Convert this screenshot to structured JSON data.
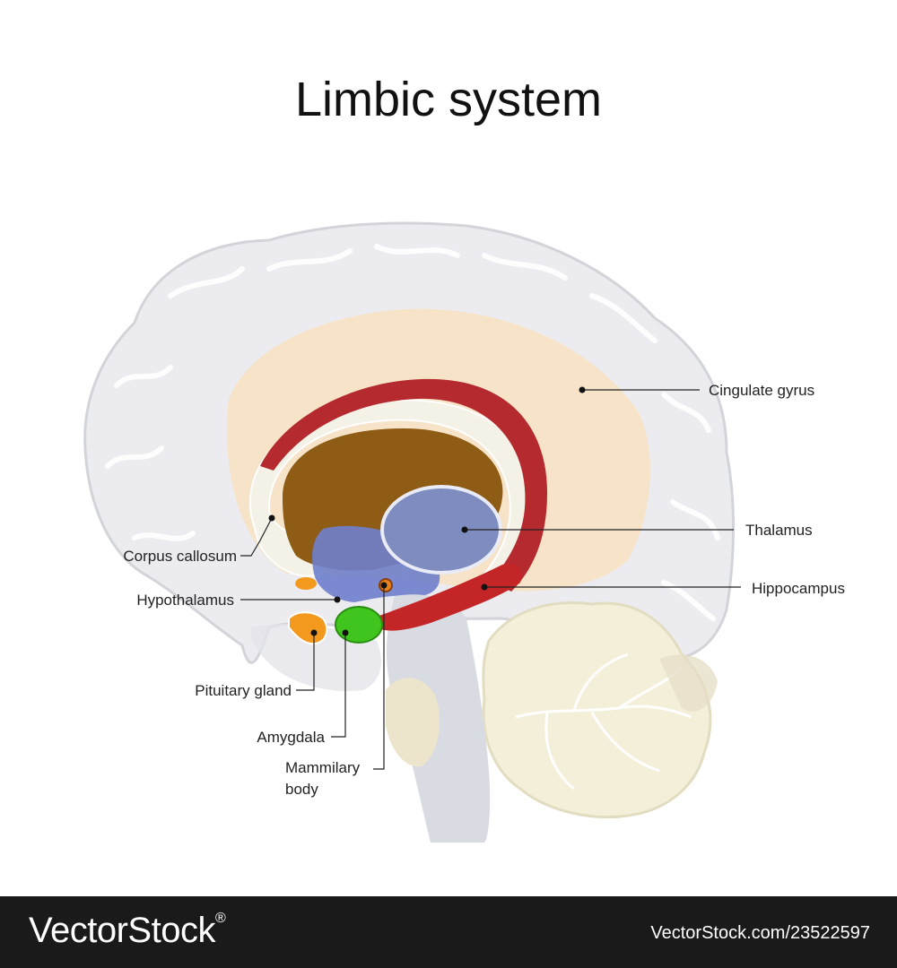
{
  "title": "Limbic system",
  "labels": {
    "cingulate_gyrus": "Cingulate gyrus",
    "thalamus": "Thalamus",
    "hippocampus": "Hippocampus",
    "corpus_callosum": "Corpus callosum",
    "hypothalamus": "Hypothalamus",
    "pituitary_gland": "Pituitary gland",
    "amygdala": "Amygdala",
    "mammilary_body_line1": "Mammilary",
    "mammilary_body_line2": "body"
  },
  "footer": {
    "brand": "VectorStock",
    "brand_mark": "®",
    "site_id": "VectorStock.com/23522597"
  },
  "colors": {
    "cerebrum": "#ececf0",
    "cingulate_gyrus": "#f7e3c5",
    "corpus_callosum": "#f4f1e6",
    "fornix_red": "#c42526",
    "ventricle_brown": "#8a5a12",
    "thalamus": "#7f8cbf",
    "hypothalamus_blue": "#6f80cc",
    "amygdala": "#3fc51d",
    "pituitary": "#f39a1e",
    "cerebellum": "#f4efd9",
    "brainstem": "#d9dbe2",
    "footer": "#1a1a1a"
  }
}
